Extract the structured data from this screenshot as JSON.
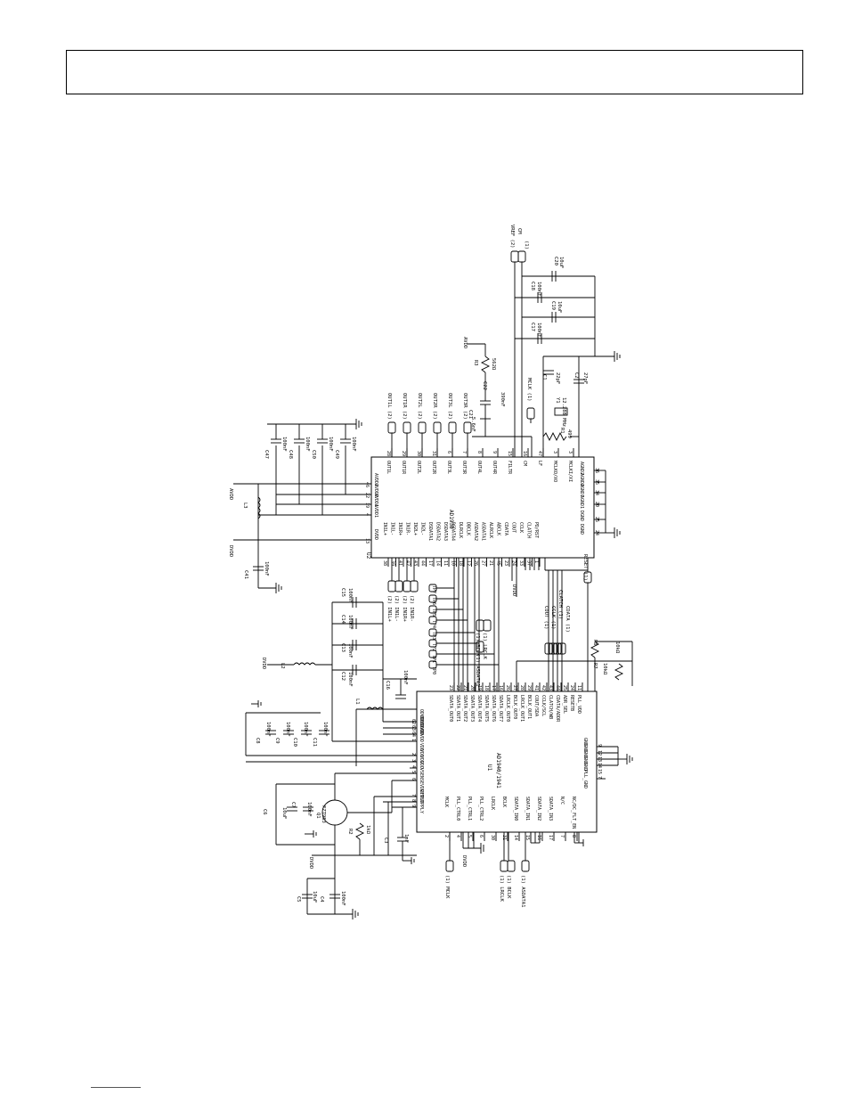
{
  "chips": {
    "u2": {
      "ref": "U2",
      "part": "AD1938",
      "left_pins": [
        {
          "num": "13",
          "name": "DVDD"
        },
        {
          "num": "4",
          "name": "AVDD1"
        },
        {
          "num": "19",
          "name": "AVDD1"
        },
        {
          "num": "22",
          "name": "AVDD2"
        },
        {
          "num": "46",
          "name": "AVDD2"
        }
      ],
      "top_pins": [
        {
          "num": "28",
          "name": "OUT1L"
        },
        {
          "num": "29",
          "name": "OUT1R"
        },
        {
          "num": "30",
          "name": "OUT2L"
        },
        {
          "num": "31",
          "name": "OUT2R"
        },
        {
          "num": "6",
          "name": "OUT3L"
        },
        {
          "num": "7",
          "name": "OUT3R"
        },
        {
          "num": "8",
          "name": "OUT4L"
        },
        {
          "num": "9",
          "name": "OUT4R"
        },
        {
          "num": "15",
          "name": "FILTR"
        },
        {
          "num": "16",
          "name": "CM"
        },
        {
          "num": "47",
          "name": "LF"
        },
        {
          "num": "3",
          "name": "MCLKO/XO"
        },
        {
          "num": "3",
          "name": "MCLKI/XI"
        }
      ],
      "right_pins": [
        {
          "num": "36",
          "name": "AGND2"
        },
        {
          "num": "35",
          "name": "AGND2"
        },
        {
          "num": "34",
          "name": "AGND1"
        },
        {
          "num": "20",
          "name": "AGND1"
        },
        {
          "num": "25",
          "name": "DGND"
        },
        {
          "num": "24",
          "name": "DGND"
        }
      ],
      "bottom_pins": [
        {
          "num": "38",
          "name": "IN1L+"
        },
        {
          "num": "39",
          "name": "IN1L-"
        },
        {
          "num": "41",
          "name": "IN1R+"
        },
        {
          "num": "42",
          "name": "IN1R-"
        },
        {
          "num": "43",
          "name": "IN2L+"
        },
        {
          "num": "44",
          "name": "IN2L-"
        },
        {
          "num": "17",
          "name": "DSDATA1"
        },
        {
          "num": "14",
          "name": "DSDATA2"
        },
        {
          "num": "11",
          "name": "DSDATA3"
        },
        {
          "num": "10",
          "name": "DSDATA4"
        },
        {
          "num": "18",
          "name": "DLRCLK"
        },
        {
          "num": "12",
          "name": "DBCLK"
        },
        {
          "num": "26",
          "name": "ASDATA2"
        },
        {
          "num": "27",
          "name": "ASDATA1"
        },
        {
          "num": "21",
          "name": "ALRCLK"
        },
        {
          "num": "45",
          "name": "ABCLK"
        },
        {
          "num": "23",
          "name": "CDATA"
        },
        {
          "num": "24",
          "name": "COUT"
        },
        {
          "num": "33",
          "name": "CCLK"
        },
        {
          "num": "37",
          "name": "CLATCH"
        },
        {
          "num": "1",
          "name": "PD/RST"
        }
      ]
    },
    "u1": {
      "ref": "U1",
      "part": "AD1940/1941",
      "left_pins": [
        {
          "num": "62",
          "name": "ODVDD"
        },
        {
          "num": "63",
          "name": "ODVDD"
        },
        {
          "num": "64",
          "name": "ODVDD"
        },
        {
          "num": "1",
          "name": "ODVDD"
        },
        {
          "num": "2",
          "name": "VDD"
        },
        {
          "num": "3",
          "name": "VDD"
        },
        {
          "num": "4",
          "name": "VDD"
        },
        {
          "num": "5",
          "name": "VDD"
        },
        {
          "num": "6",
          "name": "VSENSE"
        },
        {
          "num": "7",
          "name": "VDRIVE"
        },
        {
          "num": "8",
          "name": "VFILT"
        },
        {
          "num": "9",
          "name": "VSUPPLY"
        }
      ],
      "bottom_pins": [
        {
          "num": "2",
          "name": "MCLK"
        },
        {
          "num": "4",
          "name": "PLL_CTRL0"
        },
        {
          "num": "5",
          "name": "PLL_CTRL1"
        },
        {
          "num": "6",
          "name": "PLL_CTRL2"
        },
        {
          "num": "30",
          "name": "LRCLK"
        },
        {
          "num": "31",
          "name": "BCLK"
        },
        {
          "num": "14",
          "name": "SDATA_IN0"
        },
        {
          "num": "15",
          "name": "SDATA_IN1"
        },
        {
          "num": "16",
          "name": "SDATA_IN2"
        },
        {
          "num": "17",
          "name": "SDATA_IN3"
        },
        {
          "num": "7",
          "name": "N/C"
        },
        {
          "num": "8",
          "name": "NC/DC_FLT_EN"
        }
      ],
      "top_pins": [
        {
          "num": "23",
          "name": "SDATA_OUT0"
        },
        {
          "num": "22",
          "name": "SDATA_OUT1"
        },
        {
          "num": "21",
          "name": "SDATA_OUT2"
        },
        {
          "num": "20",
          "name": "SDATA_OUT3"
        },
        {
          "num": "19",
          "name": "SDATA_OUT4"
        },
        {
          "num": "18",
          "name": "SDATA_OUT5"
        },
        {
          "num": "17",
          "name": "SDATA_OUT6"
        },
        {
          "num": "16",
          "name": "SDATA_OUT7"
        },
        {
          "num": "26",
          "name": "LRCLK_OUT0"
        },
        {
          "num": "27",
          "name": "BCLK_OUT0"
        },
        {
          "num": "28",
          "name": "LRCLK_OUT1"
        },
        {
          "num": "29",
          "name": "BCLK_OUT1"
        },
        {
          "num": "41",
          "name": "COUT/SDA"
        },
        {
          "num": "42",
          "name": "CCLK/SCL"
        },
        {
          "num": "43",
          "name": "CLATCH/WB"
        },
        {
          "num": "44",
          "name": "CDATA/ADDR"
        },
        {
          "num": "25",
          "name": "ADR_SEL"
        },
        {
          "num": "24",
          "name": "RESETB"
        },
        {
          "num": "11",
          "name": "PLL_VDD"
        }
      ],
      "right_pins": [
        {
          "num": "9",
          "name": "GND"
        },
        {
          "num": "12",
          "name": "GND"
        },
        {
          "num": "13",
          "name": "GND"
        },
        {
          "num": "14",
          "name": "GND"
        },
        {
          "num": "15",
          "name": "GND"
        },
        {
          "num": "7",
          "name": "PLL_GND"
        }
      ]
    }
  },
  "components": {
    "c47": {
      "ref": "C47",
      "value": "100nF"
    },
    "c48": {
      "ref": "C48",
      "value": "100nF"
    },
    "c50": {
      "ref": "C50",
      "value": "100nF"
    },
    "c49": {
      "ref": "C49",
      "value": "100nF"
    },
    "c41": {
      "ref": "C41",
      "value": "100nF"
    },
    "l3": {
      "ref": "L3"
    },
    "c18": {
      "ref": "C18",
      "value": "100nF"
    },
    "c20": {
      "ref": "C20",
      "value": "10uF"
    },
    "c19": {
      "ref": "C19",
      "value": "10uF"
    },
    "c17": {
      "ref": "C17",
      "value": "100nF"
    },
    "r3": {
      "ref": "R3",
      "value": "562Ω"
    },
    "c22": {
      "ref": "C22",
      "value": "390nF"
    },
    "c21": {
      "ref": "C21",
      "value": "5.6nF"
    },
    "c1": {
      "ref": "C1",
      "value": "22pF"
    },
    "c2": {
      "ref": "C2",
      "value": "27pF"
    },
    "y1": {
      "ref": "Y1",
      "value": "12.288 MHz"
    },
    "r1": {
      "ref": "R1",
      "value": "499"
    },
    "c15": {
      "ref": "C15",
      "value": "100nF"
    },
    "c14": {
      "ref": "C14",
      "value": "100nF"
    },
    "c13": {
      "ref": "C13",
      "value": "100nF"
    },
    "c12": {
      "ref": "C12",
      "value": "100nF"
    },
    "l2": {
      "ref": "L2"
    },
    "c16": {
      "ref": "C16",
      "value": "100nF"
    },
    "l1": {
      "ref": "L1"
    },
    "c8": {
      "ref": "C8",
      "value": "100nF"
    },
    "c9": {
      "ref": "C9",
      "value": "100nF"
    },
    "c10": {
      "ref": "C10",
      "value": "100nF"
    },
    "c11": {
      "ref": "C11",
      "value": "100nF"
    },
    "c6": {
      "ref": "C6",
      "value": "10uF"
    },
    "c7": {
      "ref": "C7",
      "value": "100nF"
    },
    "q1": {
      "ref": "Q1",
      "value": "FZT953"
    },
    "r2": {
      "ref": "R2",
      "value": "1kΩ"
    },
    "c3": {
      "ref": "C3",
      "value": "1nF"
    },
    "c5": {
      "ref": "C5",
      "value": "10uF"
    },
    "c4": {
      "ref": "C4",
      "value": "100nF"
    },
    "r8": {
      "ref": "R8",
      "value": "10kΩ"
    },
    "r7": {
      "ref": "R7",
      "value": "10kΩ"
    }
  },
  "nets": {
    "avdd": "AVDD",
    "dvdd": "DVDD",
    "out1l": "OUT1L (2)",
    "out1r": "OUT1R (2)",
    "out2l": "OUT2L (2)",
    "out2r": "OUT2R (2)",
    "out3l": "OUT3L (2)",
    "out3r": "OUT3R (2)",
    "vref": "VREF (2)",
    "vref_cm": "CM",
    "vref_src": "(1)",
    "mclk1": "MCLK (1)",
    "in1l_p": "(2) IN1L+",
    "in1l_n": "(2) IN1L-",
    "in1r_p": "(2) IN1R+",
    "in1r_n": "(2) IN1R-",
    "tp0": "TP0",
    "tp1": "TP1",
    "tp2": "TP2",
    "tp3": "TP3",
    "tp4": "TP4",
    "tp5": "TP5",
    "tp6": "TP6",
    "tp7": "TP7",
    "bclk_r": "(1) BCLK",
    "lrclk_r": "(1) LRCLK",
    "asdata1": "(1) ASDATA1",
    "cout": "COUT (1)",
    "cclk": "CCLK (1)",
    "clatch": "CLATCH (1)",
    "cdata": "CDATA (1)",
    "reset": "RESET (1)",
    "mclk_b": "(1) MCLK",
    "lrclk_b": "(1) LRCLK",
    "bclk_b": "(1) BCLK",
    "asdata1_b": "(1) ASDATA1"
  }
}
